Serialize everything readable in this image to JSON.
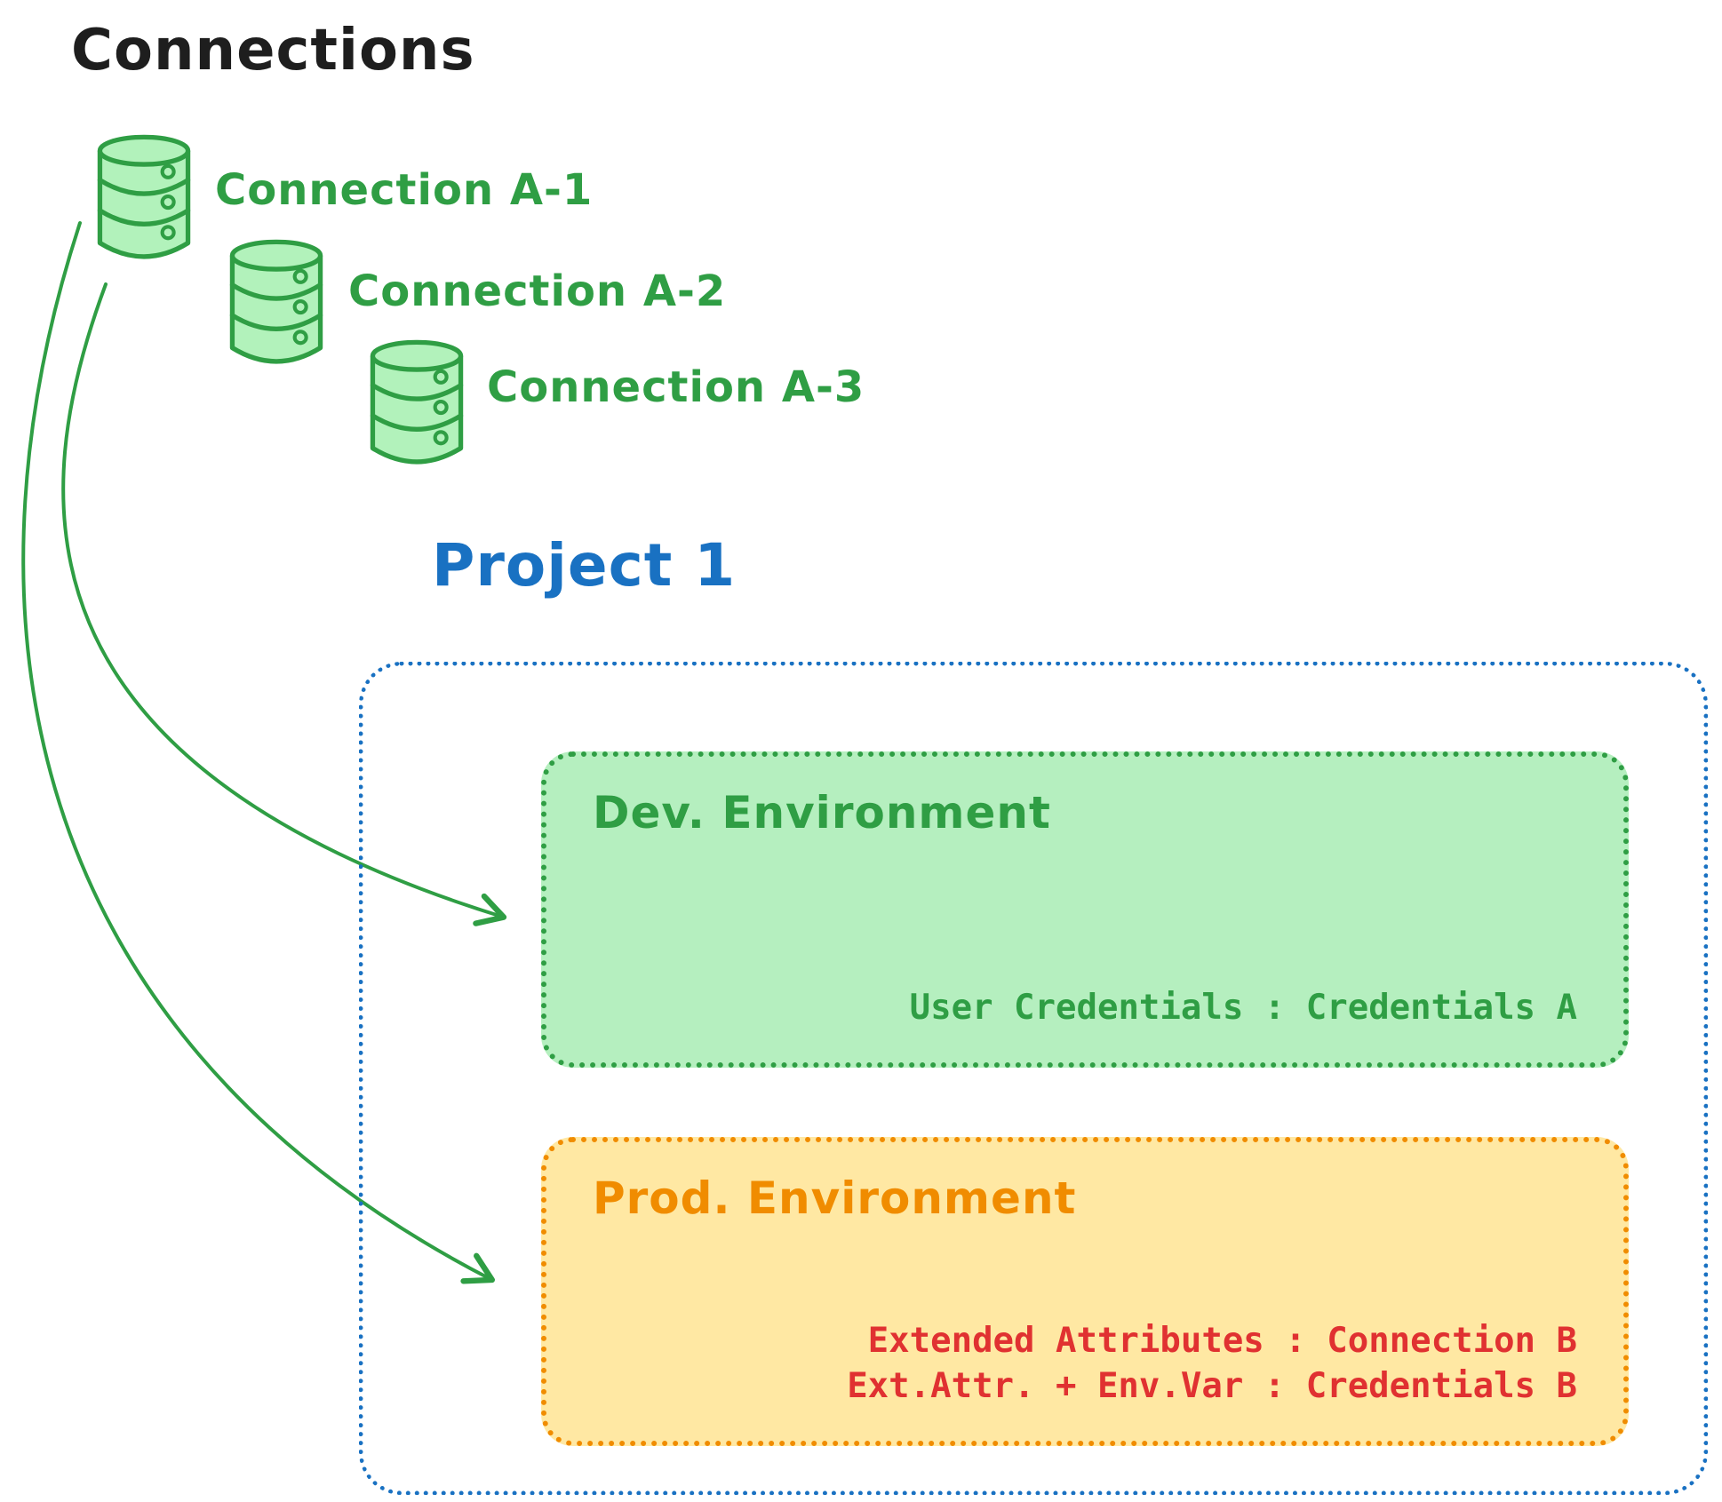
{
  "title": "Connections",
  "connections": [
    {
      "label": "Connection A-1"
    },
    {
      "label": "Connection A-2"
    },
    {
      "label": "Connection A-3"
    }
  ],
  "project": {
    "title": "Project 1",
    "environments": [
      {
        "title": "Dev. Environment",
        "lines": [
          "User Credentials : Credentials A"
        ]
      },
      {
        "title": "Prod. Environment",
        "lines": [
          "Extended Attributes : Connection B",
          "Ext.Attr. + Env.Var : Credentials B"
        ]
      }
    ]
  },
  "colors": {
    "green_stroke": "#2f9e44",
    "green_fill": "#b2f2bb",
    "blue": "#1971c2",
    "orange_stroke": "#f08c00",
    "orange_fill": "#ffe8a3",
    "red_text": "#e03131",
    "title_black": "#1e1e1e"
  }
}
